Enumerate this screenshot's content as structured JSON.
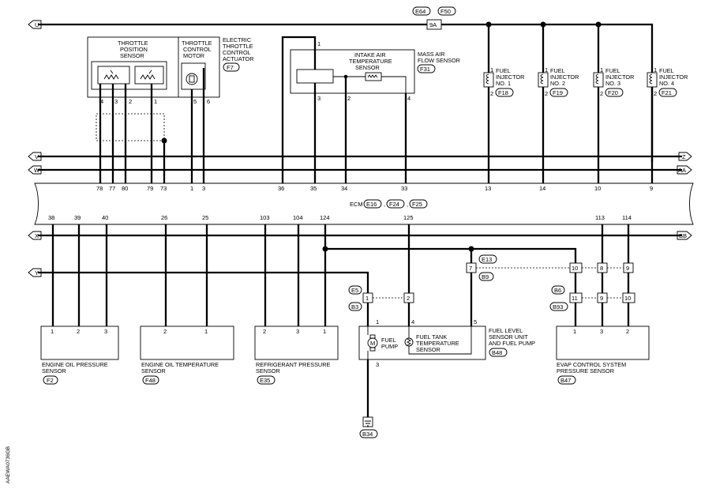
{
  "connectors_top": [
    "E64",
    "F50"
  ],
  "terminal_9a": "9A",
  "offpage": {
    "U": "U",
    "V": "V",
    "W": "W",
    "X": "X",
    "Y": "Y",
    "Z": "Z",
    "AA": "AA",
    "BB": "BB"
  },
  "tps": {
    "title_lines": [
      "THROTTLE",
      "POSITION",
      "SENSOR"
    ],
    "motor_lines": [
      "THROTTLE",
      "CONTROL",
      "MOTOR"
    ],
    "actuator_lines": [
      "ELECTRIC",
      "THROTTLE",
      "CONTROL",
      "ACTUATOR"
    ],
    "connector": "F7",
    "pins": [
      "4",
      "3",
      "2",
      "1",
      "5",
      "6"
    ]
  },
  "maf": {
    "iat_lines": [
      "INTAKE AIR",
      "TEMPERATURE",
      "SENSOR"
    ],
    "title_lines": [
      "MASS AIR",
      "FLOW SENSOR"
    ],
    "connector": "F31",
    "pins": [
      "1",
      "3",
      "2",
      "4"
    ]
  },
  "injectors": [
    {
      "lines": [
        "FUEL",
        "INJECTOR",
        "NO. 1"
      ],
      "connector": "F18"
    },
    {
      "lines": [
        "FUEL",
        "INJECTOR",
        "NO. 2"
      ],
      "connector": "F19"
    },
    {
      "lines": [
        "FUEL",
        "INJECTOR",
        "NO. 3"
      ],
      "connector": "F20"
    },
    {
      "lines": [
        "FUEL",
        "INJECTOR",
        "NO. 4"
      ],
      "connector": "F21"
    }
  ],
  "injector_pins": [
    "1",
    "2"
  ],
  "ecm": {
    "label": "ECM",
    "connectors": [
      "E16",
      "F24",
      "F25"
    ],
    "top_pins": [
      "78",
      "77",
      "80",
      "79",
      "73",
      "1",
      "3",
      "36",
      "35",
      "34",
      "33",
      "13",
      "14",
      "10",
      "9"
    ],
    "bottom_pins": [
      "38",
      "39",
      "40",
      "26",
      "25",
      "103",
      "104",
      "124",
      "125",
      "113",
      "114"
    ]
  },
  "inline_connectors": {
    "e13": "E13",
    "b9": "B9",
    "e5": "E5",
    "b3": "B3",
    "b6": "B6",
    "b93": "B93",
    "pins_a": [
      "1",
      "2"
    ],
    "pin_7": "7",
    "pins_b": [
      "10",
      "8",
      "9"
    ],
    "pins_c": [
      "11",
      "9",
      "10"
    ]
  },
  "sensors": {
    "oil_pressure": {
      "lines": [
        "ENGINE OIL PRESSURE",
        "SENSOR"
      ],
      "connector": "F2",
      "pins": [
        "1",
        "2",
        "3"
      ]
    },
    "oil_temp": {
      "lines": [
        "ENGINE OIL TEMPERATURE",
        "SENSOR"
      ],
      "connector": "F48",
      "pins": [
        "2",
        "1"
      ]
    },
    "refrigerant": {
      "lines": [
        "REFRIGERANT PRESSURE",
        "SENSOR"
      ],
      "connector": "E35",
      "pins": [
        "2",
        "3",
        "1"
      ]
    },
    "fuel_level": {
      "lines": [
        "FUEL LEVEL",
        "SENSOR UNIT",
        "AND FUEL PUMP"
      ],
      "connector": "B48",
      "pump_lines": [
        "FUEL",
        "PUMP"
      ],
      "temp_lines": [
        "FUEL TANK",
        "TEMPERATURE",
        "SENSOR"
      ],
      "pins": [
        "1",
        "4",
        "5",
        "3"
      ]
    },
    "evap": {
      "lines": [
        "EVAP CONTROL SYSTEM",
        "PRESSURE SENSOR"
      ],
      "connector": "B47",
      "pins": [
        "1",
        "3",
        "2"
      ]
    }
  },
  "ground_connector": "B34",
  "figure_id": "AAEWA0736GB"
}
